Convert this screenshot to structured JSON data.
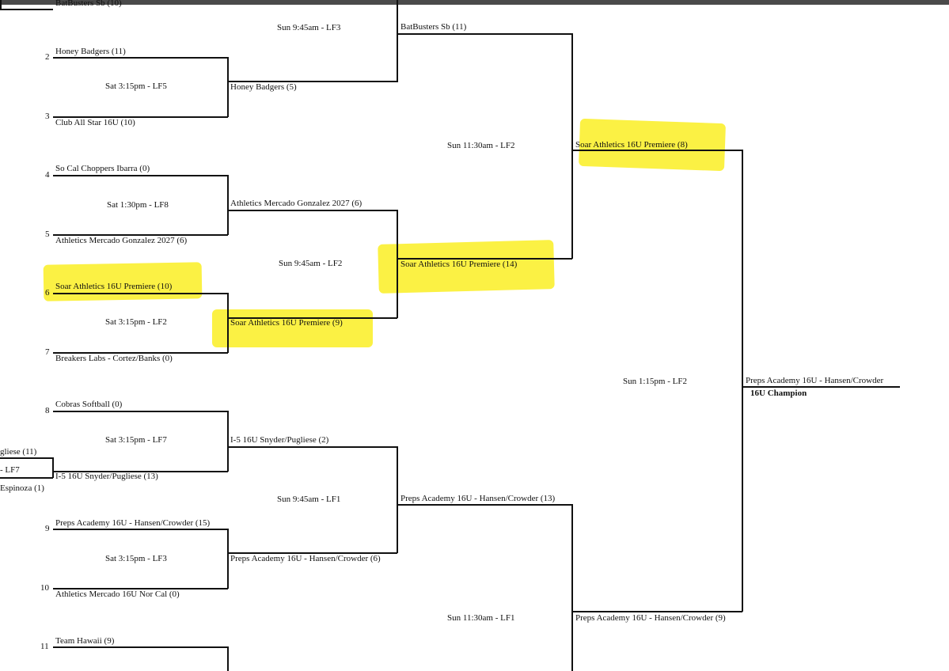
{
  "colors": {
    "highlight": "#fbf03a",
    "line": "#111111",
    "topbar": "#4a4a4a"
  },
  "round1": {
    "top_cut": "BatBusters Sb (10)",
    "t2": "Honey Badgers (11)",
    "t3": "Club All Star 16U (10)",
    "t4": "So Cal Choppers Ibarra (0)",
    "t5": "Athletics Mercado Gonzalez 2027 (6)",
    "t6": "Soar Athletics 16U Premiere (10)",
    "t7": "Breakers Labs - Cortez/Banks (0)",
    "t8": "Cobras Softball (0)",
    "t8b": "I-5 16U Snyder/Pugliese (13)",
    "t9": "Preps Academy 16U - Hansen/Crowder (15)",
    "t10": "Athletics Mercado 16U Nor Cal (0)",
    "t11": "Team Hawaii (9)",
    "left_cut_a": "gliese (11)",
    "left_cut_b": "Espinoza (1)",
    "left_cut_game": "- LF7"
  },
  "seeds": {
    "s2": "2",
    "s3": "3",
    "s4": "4",
    "s5": "5",
    "s6": "6",
    "s7": "7",
    "s8": "8",
    "s9": "9",
    "s10": "10",
    "s11": "11"
  },
  "games_r1": {
    "g23": "Sat 3:15pm - LF5",
    "g45": "Sat 1:30pm - LF8",
    "g67": "Sat 3:15pm - LF2",
    "g8": "Sat 3:15pm - LF7",
    "g910": "Sat 3:15pm - LF3"
  },
  "round2": {
    "w23": "Honey Badgers (5)",
    "w45": "Athletics Mercado Gonzalez 2027 (6)",
    "w67": "Soar Athletics 16U Premiere (9)",
    "w8": "I-5 16U Snyder/Pugliese (2)",
    "w910": "Preps Academy 16U - Hansen/Crowder (6)"
  },
  "games_r2": {
    "g_top": "Sun 9:45am - LF3",
    "g_mid": "Sun 9:45am - LF2",
    "g_low": "Sun 9:45am - LF1"
  },
  "round3": {
    "w_top": "BatBusters Sb (11)",
    "w_mid": "Soar Athletics 16U Premiere (14)",
    "w_low": "Preps Academy 16U - Hansen/Crowder (13)"
  },
  "games_r3": {
    "g_upper": "Sun 11:30am - LF2",
    "g_lower": "Sun 11:30am - LF1"
  },
  "round4": {
    "w_upper": "Soar Athletics 16U Premiere (8)",
    "w_lower": "Preps Academy 16U - Hansen/Crowder (9)"
  },
  "final": {
    "game": "Sun 1:15pm - LF2",
    "winner": "Preps Academy 16U - Hansen/Crowder",
    "champion_label": "16U Champion"
  }
}
